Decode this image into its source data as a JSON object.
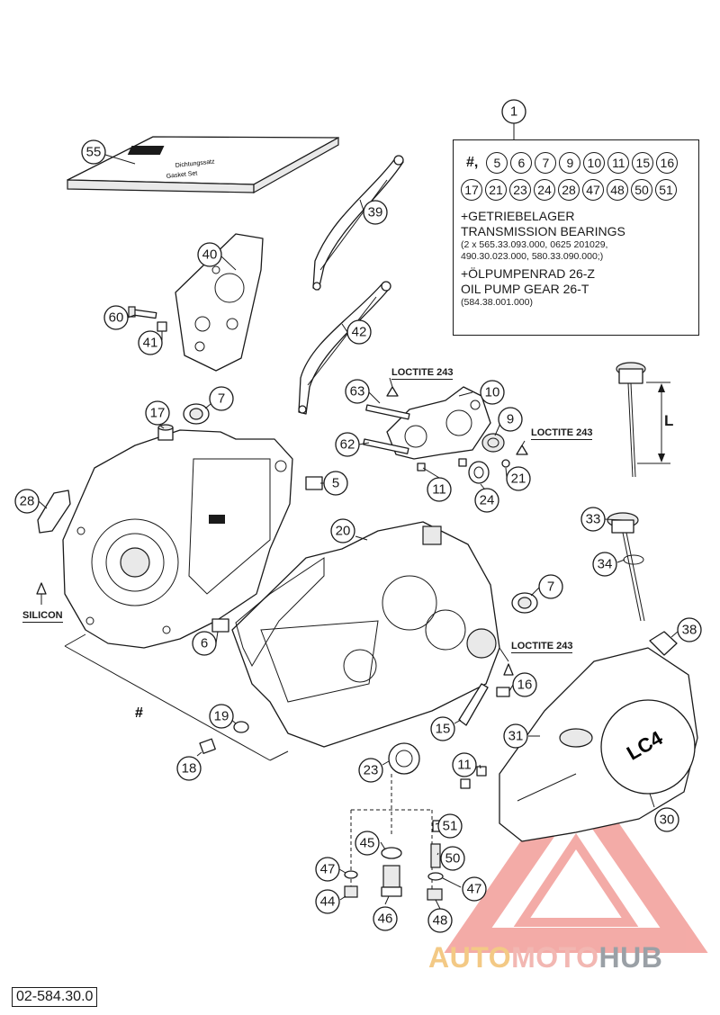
{
  "diagram": {
    "part_number": "02-584.30.0",
    "callouts": [
      {
        "id": "c1",
        "label": "1"
      },
      {
        "id": "c55",
        "label": "55"
      },
      {
        "id": "c39",
        "label": "39"
      },
      {
        "id": "c40",
        "label": "40"
      },
      {
        "id": "c60",
        "label": "60"
      },
      {
        "id": "c41",
        "label": "41"
      },
      {
        "id": "c42",
        "label": "42"
      },
      {
        "id": "c63",
        "label": "63"
      },
      {
        "id": "c10",
        "label": "10"
      },
      {
        "id": "c9",
        "label": "9"
      },
      {
        "id": "c62",
        "label": "62"
      },
      {
        "id": "c11a",
        "label": "11"
      },
      {
        "id": "c24",
        "label": "24"
      },
      {
        "id": "c21",
        "label": "21"
      },
      {
        "id": "c17",
        "label": "17"
      },
      {
        "id": "c7a",
        "label": "7"
      },
      {
        "id": "c5",
        "label": "5"
      },
      {
        "id": "c28",
        "label": "28"
      },
      {
        "id": "c20",
        "label": "20"
      },
      {
        "id": "c33",
        "label": "33"
      },
      {
        "id": "c34",
        "label": "34"
      },
      {
        "id": "c7b",
        "label": "7"
      },
      {
        "id": "c6",
        "label": "6"
      },
      {
        "id": "c38",
        "label": "38"
      },
      {
        "id": "c16",
        "label": "16"
      },
      {
        "id": "c19",
        "label": "19"
      },
      {
        "id": "c15",
        "label": "15"
      },
      {
        "id": "c31",
        "label": "31"
      },
      {
        "id": "c18",
        "label": "18"
      },
      {
        "id": "c23",
        "label": "23"
      },
      {
        "id": "c11b",
        "label": "11"
      },
      {
        "id": "c30",
        "label": "30"
      },
      {
        "id": "c51",
        "label": "51"
      },
      {
        "id": "c45",
        "label": "45"
      },
      {
        "id": "c50",
        "label": "50"
      },
      {
        "id": "c47a",
        "label": "47"
      },
      {
        "id": "c47b",
        "label": "47"
      },
      {
        "id": "c44",
        "label": "44"
      },
      {
        "id": "c46",
        "label": "46"
      },
      {
        "id": "c48",
        "label": "48"
      }
    ],
    "labels": {
      "loctite_1": "LOCTITE 243",
      "loctite_2": "LOCTITE 243",
      "loctite_3": "LOCTITE 243",
      "silicon": "SILICON",
      "dimension": "L",
      "hash_mark": "#",
      "cover_logo": "LC4",
      "booklet_line1": "Dichtungssatz",
      "booklet_line2": "Gasket Set"
    },
    "kit": {
      "hash": "#,",
      "row1": [
        "5",
        "6",
        "7",
        "9",
        "10",
        "11",
        "15",
        "16"
      ],
      "row2": [
        "17",
        "21",
        "23",
        "24",
        "28",
        "47",
        "48",
        "50",
        "51"
      ],
      "line1": "+GETRIEBELAGER",
      "line2": "TRANSMISSION BEARINGS",
      "line3": "(2 x 565.33.093.000, 0625 201029,",
      "line4": "490.30.023.000, 580.33.090.000;)",
      "line5": "+ÖLPUMPENRAD 26-Z",
      "line6": "OIL PUMP GEAR 26-T",
      "line7": "(584.38.001.000)"
    },
    "watermark": {
      "part1": "AUTO",
      "part2": "MOTO",
      "part3": "HUB",
      "color1": "#f3c985",
      "color2": "#f2b7b2",
      "color3": "#9aa0a6",
      "logo_color": "#f08f8a"
    }
  }
}
